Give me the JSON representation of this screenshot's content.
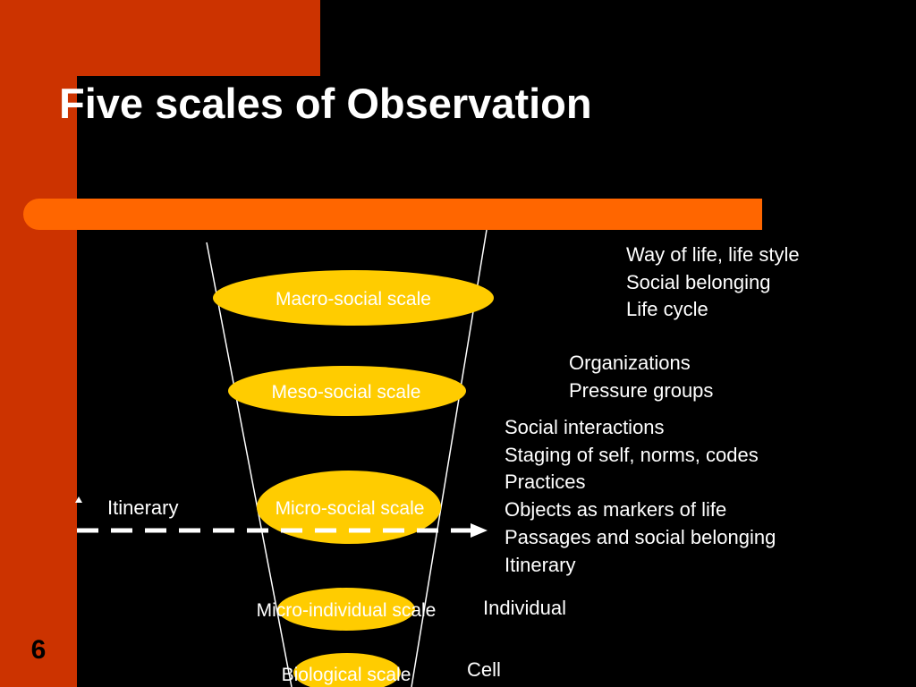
{
  "slide": {
    "title": "Five scales of Observation",
    "number": "6"
  },
  "colors": {
    "background": "#000000",
    "frame": "#CC3300",
    "accent_bar": "#FF6600",
    "ellipse_fill": "#FFCC00",
    "text": "#FFFFFF",
    "ellipse_text": "#FFFFFF",
    "funnel_line": "#FFFFFF",
    "arrow": "#FFFFFF"
  },
  "scales": [
    {
      "name": "Macro-social scale"
    },
    {
      "name": "Meso-social scale"
    },
    {
      "name": "Micro-social scale"
    },
    {
      "name": "Micro-individual scale"
    },
    {
      "name": "Biological scale"
    }
  ],
  "descriptions": {
    "macro": [
      "Way of life, life style",
      "Social belonging",
      "Life cycle"
    ],
    "meso": [
      "Organizations",
      "Pressure groups"
    ],
    "micro": [
      "Social interactions",
      "Staging of self, norms, codes",
      "Practices",
      "Objects as markers of life",
      "Passages and social belonging",
      "Itinerary"
    ],
    "individual": "Individual",
    "cell": "Cell"
  },
  "itinerary_label": "Itinerary"
}
